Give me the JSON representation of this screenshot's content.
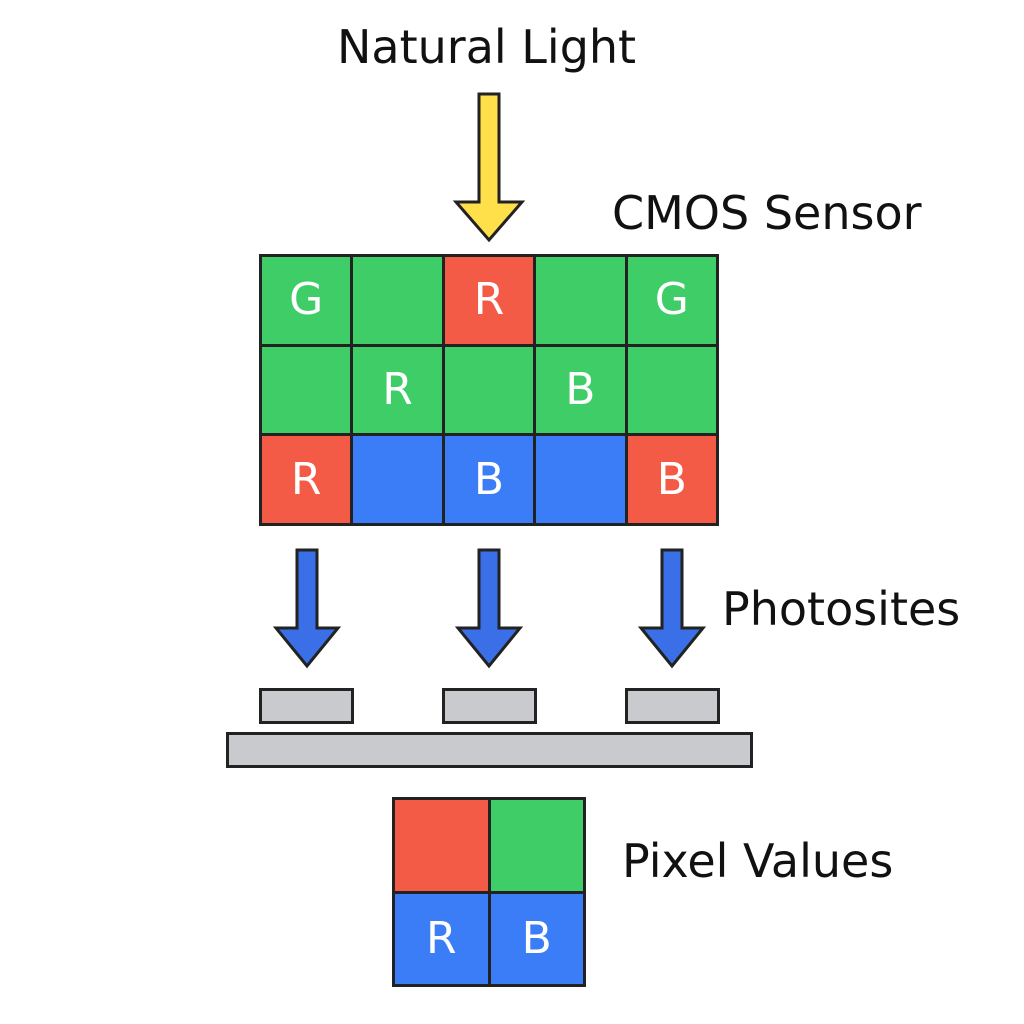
{
  "labels": {
    "natural_light": "Natural Light",
    "cmos_sensor": "CMOS Sensor",
    "photosites": "Photosites",
    "pixel_values": "Pixel Values"
  },
  "colors": {
    "red": "#f45b47",
    "green": "#3fcd67",
    "blue": "#3b7df7",
    "yellow_arrow": "#ffe04a",
    "photosite_gray": "#c8cacd",
    "outline": "#222222"
  },
  "sensor_grid": [
    [
      {
        "color": "green",
        "text": "G"
      },
      {
        "color": "green",
        "text": ""
      },
      {
        "color": "red",
        "text": "R"
      },
      {
        "color": "green",
        "text": ""
      },
      {
        "color": "green",
        "text": "G"
      }
    ],
    [
      {
        "color": "green",
        "text": ""
      },
      {
        "color": "green",
        "text": "R"
      },
      {
        "color": "green",
        "text": ""
      },
      {
        "color": "green",
        "text": "B"
      },
      {
        "color": "green",
        "text": ""
      }
    ],
    [
      {
        "color": "red",
        "text": "R"
      },
      {
        "color": "blue",
        "text": ""
      },
      {
        "color": "blue",
        "text": "B"
      },
      {
        "color": "blue",
        "text": ""
      },
      {
        "color": "red",
        "text": "B"
      }
    ]
  ],
  "pixel_values": [
    [
      {
        "color": "red",
        "text": ""
      },
      {
        "color": "green",
        "text": ""
      }
    ],
    [
      {
        "color": "blue",
        "text": "R"
      },
      {
        "color": "blue",
        "text": "B"
      }
    ]
  ]
}
